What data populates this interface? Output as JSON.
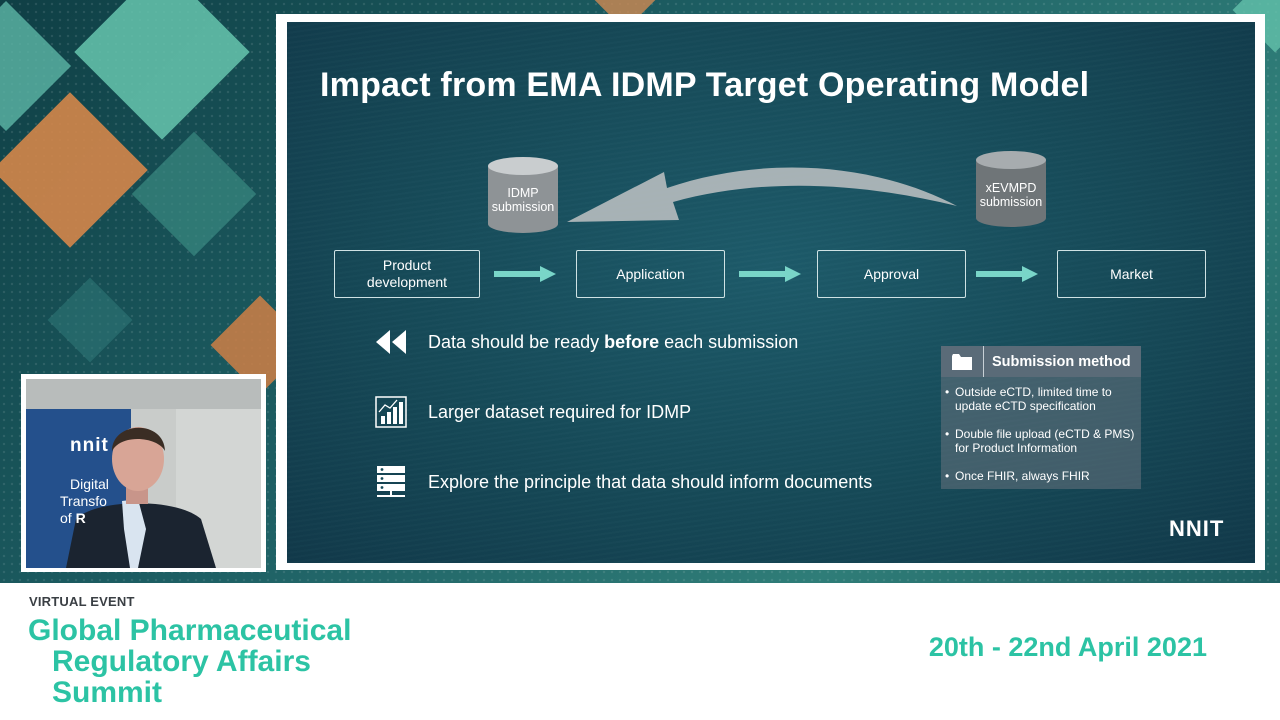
{
  "slide": {
    "title": "Impact from EMA IDMP Target Operating Model",
    "databases": [
      {
        "label_line1": "IDMP",
        "label_line2": "submission"
      },
      {
        "label_line1": "xEVMPD",
        "label_line2": "submission"
      }
    ],
    "process_stages": [
      {
        "line1": "Product",
        "line2": "development"
      },
      {
        "line1": "Application",
        "line2": ""
      },
      {
        "line1": "Approval",
        "line2": ""
      },
      {
        "line1": "Market",
        "line2": ""
      }
    ],
    "bullets": [
      {
        "icon": "rewind-icon",
        "text_before": "Data should be ready ",
        "text_bold": "before",
        "text_after": " each submission"
      },
      {
        "icon": "bar-chart-icon",
        "text": "Larger dataset required for IDMP"
      },
      {
        "icon": "server-icon",
        "text": "Explore the principle that data should inform documents"
      }
    ],
    "submission_method": {
      "title": "Submission method",
      "icon": "folder-icon",
      "items": [
        {
          "line1": "Outside eCTD, limited time to",
          "line2": "update eCTD specification"
        },
        {
          "line1": "Double file upload (eCTD & PMS)",
          "line2": "for Product Information"
        },
        {
          "line1": "Once FHIR, always FHIR",
          "line2": ""
        }
      ]
    },
    "logo": "NNIT"
  },
  "webcam": {
    "banner_logo": "nnit",
    "banner_line1": "Digital",
    "banner_line2": "Transfo",
    "banner_line3_prefix": "of ",
    "banner_line3_bold": "R"
  },
  "footer": {
    "eyebrow": "VIRTUAL EVENT",
    "title_line1": "Global Pharmaceutical",
    "title_line2": "Regulatory Affairs",
    "title_line3": "Summit",
    "dates": "20th - 22nd April 2021"
  },
  "colors": {
    "accent": "#2cc3a4",
    "slide_bg": "#164a58",
    "method_header": "#5a6b78",
    "arrow": "#79d5c8"
  }
}
